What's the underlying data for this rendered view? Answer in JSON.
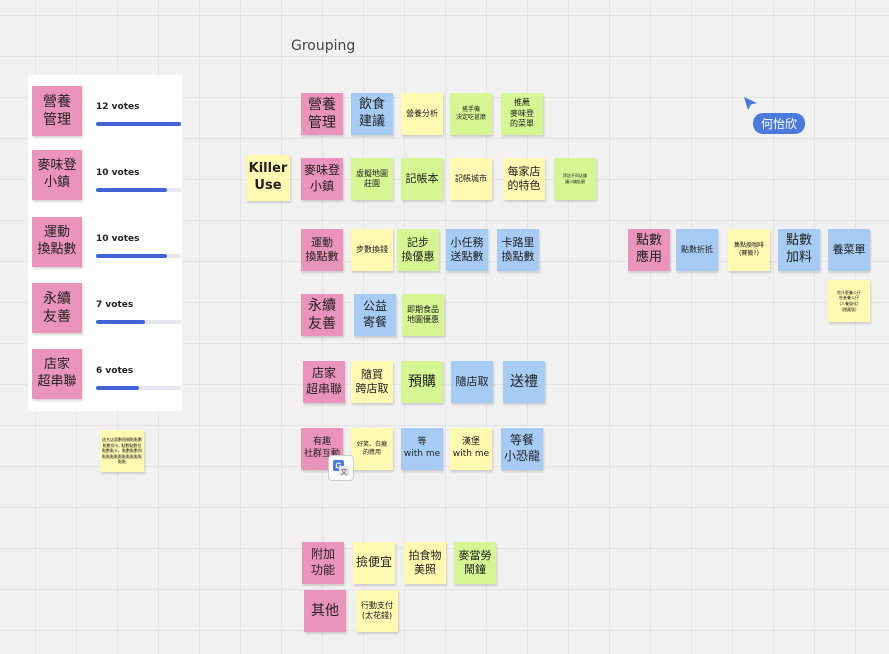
{
  "board": {
    "title": "Grouping",
    "killer_use": "Killer\nUse",
    "cursor_user": "何怡欣"
  },
  "colors": {
    "pink": "#ea94bb",
    "blue": "#a6ccf5",
    "yellow": "#fff9b1",
    "green": "#d5f692",
    "vote_bar": "#4262d6",
    "cursor": "#4a7ae0"
  },
  "votes": [
    {
      "label": "營養\n管理",
      "count": "12 votes",
      "level": 1.0
    },
    {
      "label": "麥味登\n小鎮",
      "count": "10 votes",
      "level": 0.83
    },
    {
      "label": "運動\n換點數",
      "count": "10 votes",
      "level": 0.83
    },
    {
      "label": "永續\n友善",
      "count": "7 votes",
      "level": 0.58
    },
    {
      "label": "店家\n超串聯",
      "count": "6 votes",
      "level": 0.5
    }
  ],
  "tiny_note": "這名店面數個開點點數點數與卡, 點數點數但點數點卡。點數點數與點點點點點點點點點點點點",
  "rows": {
    "r1": [
      "營養\n管理",
      "飲食\n建議",
      "營養分析",
      "搖手機\n決定吃甚麼",
      "推薦\n麥味登\n的菜單"
    ],
    "r2": [
      "麥味登\n小鎮",
      "虛擬地圖\n莊園",
      "記帳本",
      "記帳城市",
      "每家店\n的特色",
      "拜訪不同店舖\n讓小鎮壯觀"
    ],
    "r3": [
      "運動\n換點數",
      "步數換錢",
      "記步\n換優惠",
      "小任務\n送點數",
      "卡路里\n換點數"
    ],
    "r4": [
      "永續\n友善",
      "公益\n寄餐",
      "即期食品\n地圖優惠"
    ],
    "r5": [
      "店家\n超串聯",
      "隨買\n跨店取",
      "預購",
      "隨店取",
      "送禮"
    ],
    "r6": [
      "有趣\n社群互動",
      "好笑、白癡\n的應用",
      "等\nwith me",
      "漢堡\nwith me",
      "等餐\n小恐龍"
    ],
    "r7": [
      "附加\n功能",
      "撿便宜",
      "拍食物\n美照",
      "麥當勞\n鬧鐘"
    ],
    "r8": [
      "其他",
      "行動支付\n(太花錢)"
    ],
    "points": [
      "點數\n應用",
      "點數折抵",
      "集點換咖啡\n(賽籤?)",
      "點數\n加料",
      "養菜單"
    ],
    "points_note": "吃什麼養公仔\n吃者養公仔\n(人養變化)\n(隱藏版)"
  }
}
